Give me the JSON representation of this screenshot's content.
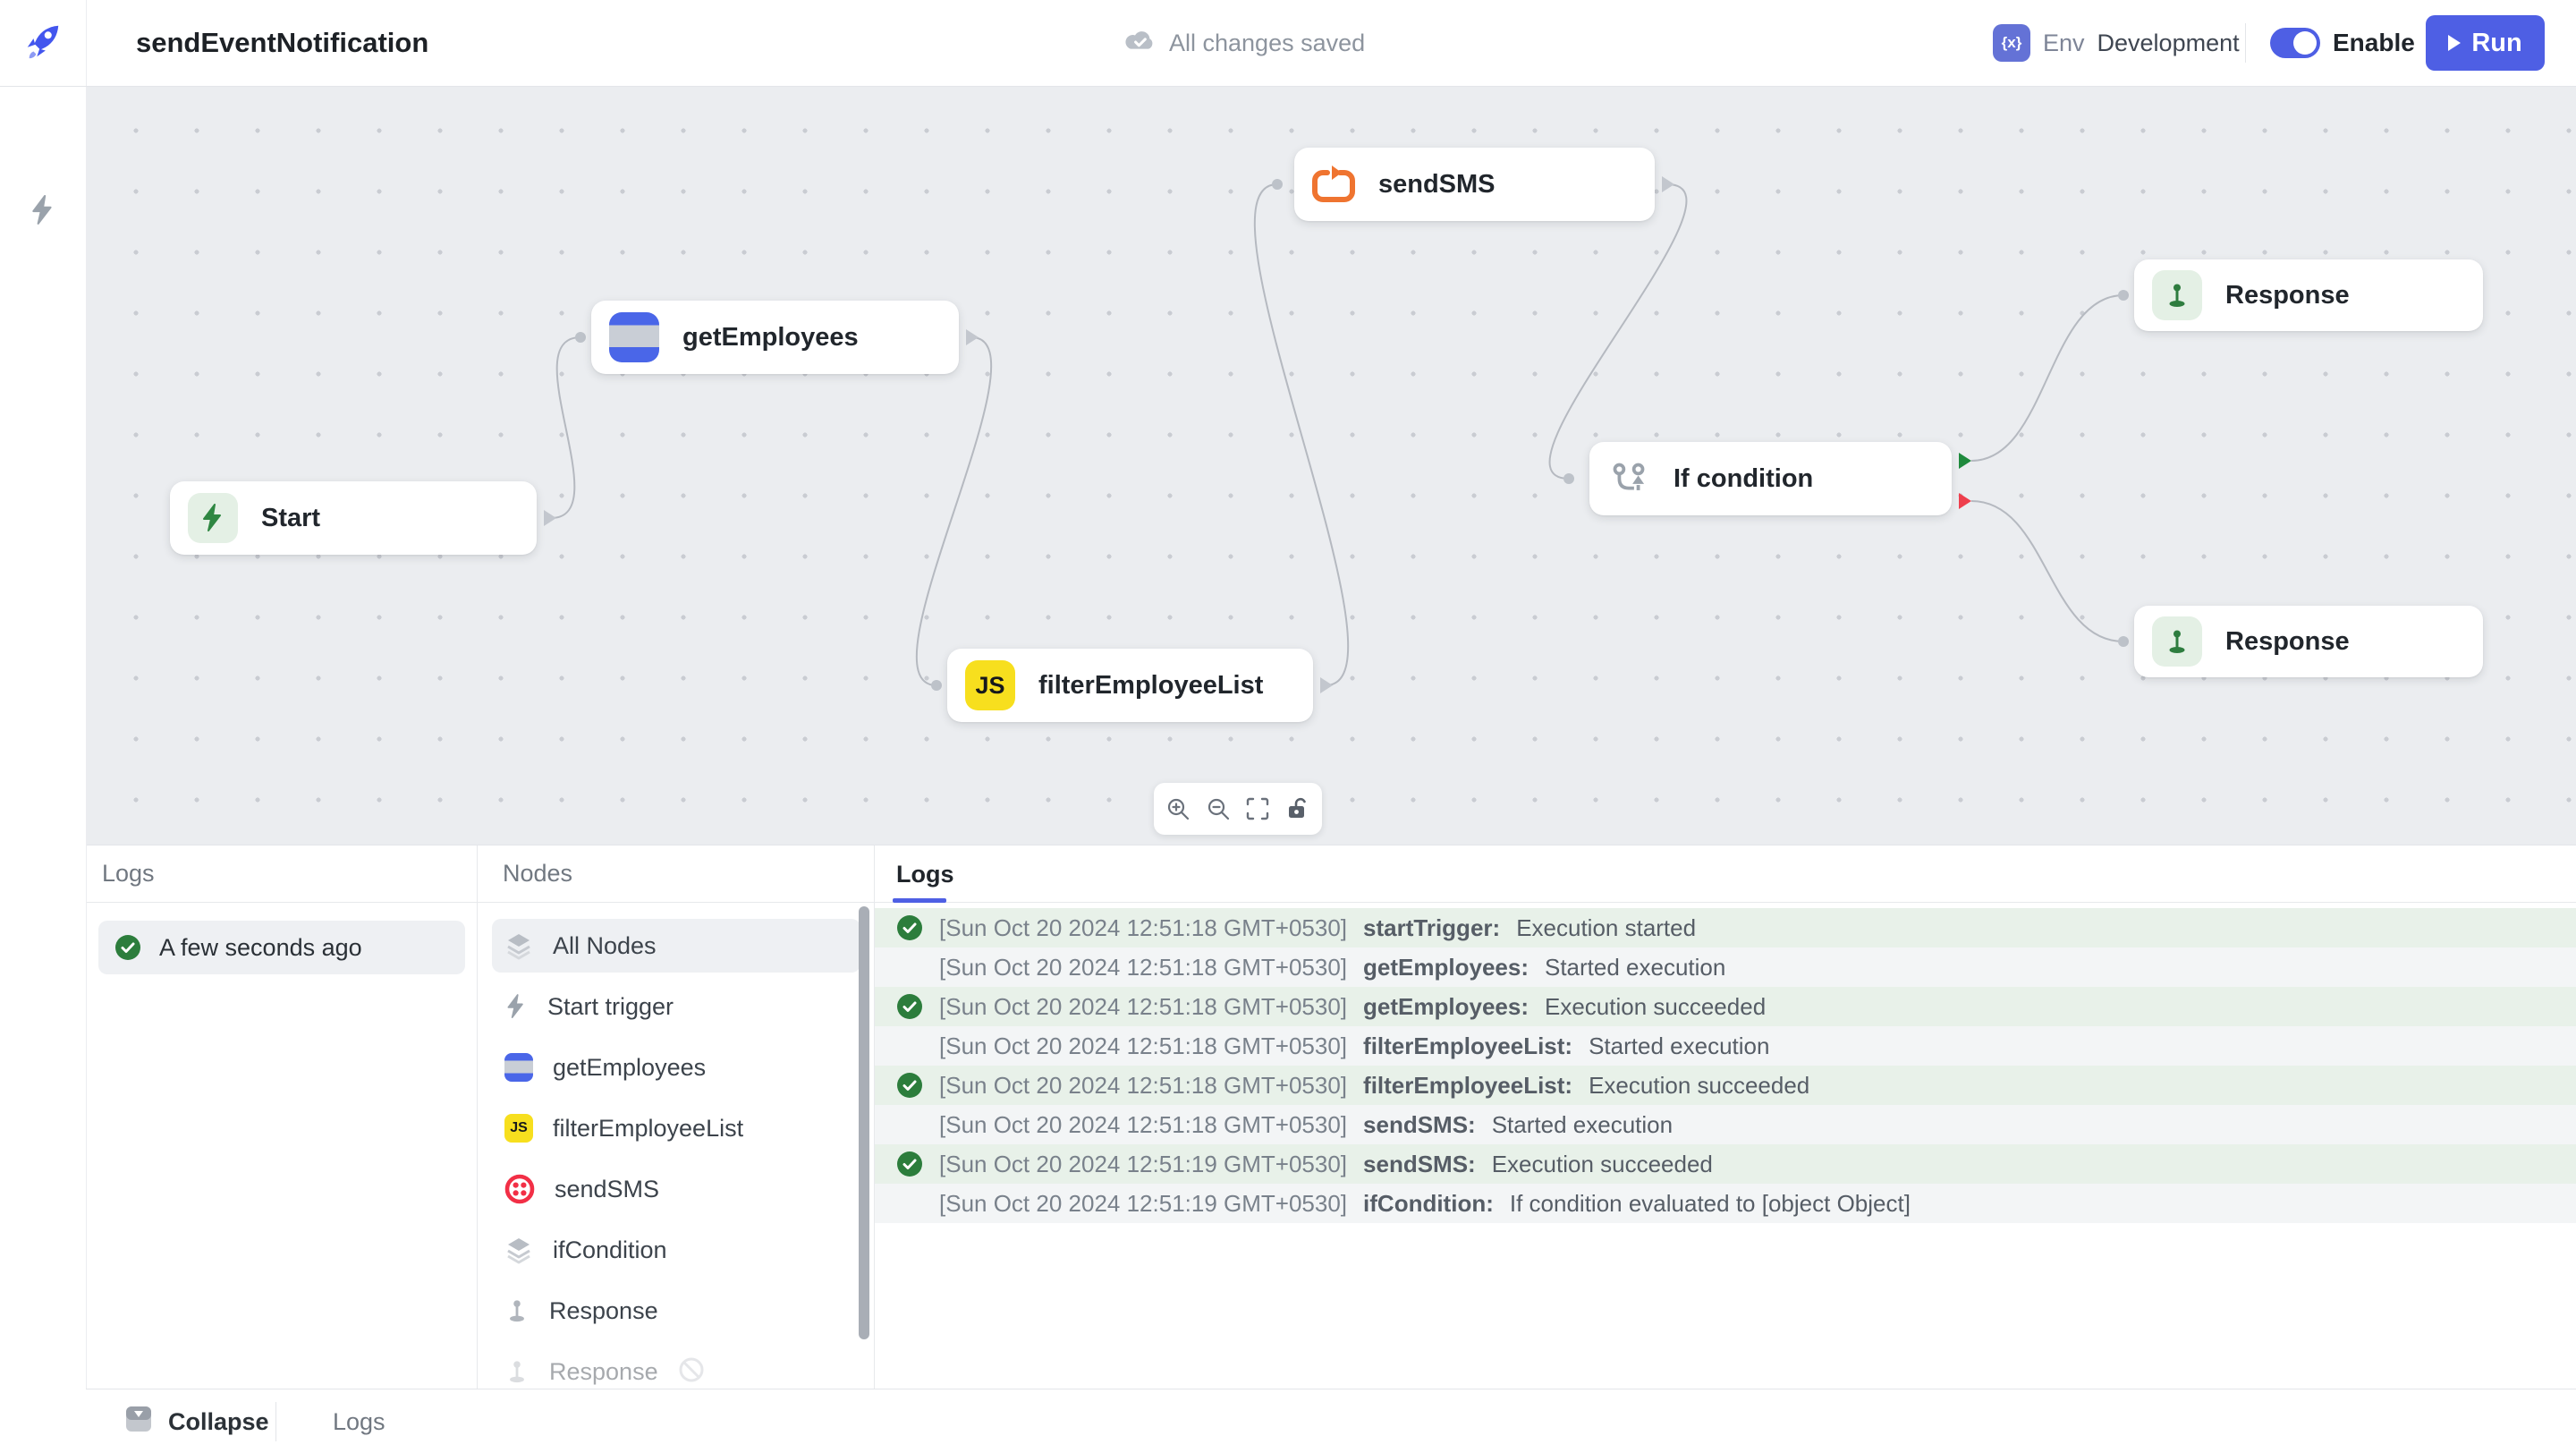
{
  "header": {
    "title": "sendEventNotification",
    "save_status": "All changes saved",
    "env_icon_text": "{x}",
    "env_label": "Env",
    "env_value": "Development",
    "enable_label": "Enable",
    "run_label": "Run"
  },
  "canvas": {
    "nodes": [
      {
        "id": "start",
        "label": "Start"
      },
      {
        "id": "getEmployees",
        "label": "getEmployees"
      },
      {
        "id": "sendSMS",
        "label": "sendSMS"
      },
      {
        "id": "filterEmployeeList",
        "label": "filterEmployeeList"
      },
      {
        "id": "ifCondition",
        "label": "If condition"
      },
      {
        "id": "response1",
        "label": "Response"
      },
      {
        "id": "response2",
        "label": "Response"
      }
    ],
    "toolbar": [
      "zoom-in",
      "zoom-out",
      "fit-view",
      "lock-open"
    ]
  },
  "panel": {
    "runs_header": "Logs",
    "run_entry": "A few seconds ago",
    "nodes_header": "Nodes",
    "node_items": [
      {
        "label": "All Nodes",
        "icon": "layers",
        "selected": true
      },
      {
        "label": "Start trigger",
        "icon": "bolt"
      },
      {
        "label": "getEmployees",
        "icon": "table"
      },
      {
        "label": "filterEmployeeList",
        "icon": "js"
      },
      {
        "label": "sendSMS",
        "icon": "twilio"
      },
      {
        "label": "ifCondition",
        "icon": "layers"
      },
      {
        "label": "Response",
        "icon": "pin"
      },
      {
        "label": "Response",
        "icon": "pin",
        "disabled": true
      }
    ],
    "logs_tab": "Logs",
    "log_rows": [
      {
        "timestamp": "[Sun Oct 20 2024 12:51:18 GMT+0530]",
        "node": "startTrigger:",
        "message": "Execution started",
        "success": true
      },
      {
        "timestamp": "[Sun Oct 20 2024 12:51:18 GMT+0530]",
        "node": "getEmployees:",
        "message": "Started execution",
        "success": false
      },
      {
        "timestamp": "[Sun Oct 20 2024 12:51:18 GMT+0530]",
        "node": "getEmployees:",
        "message": "Execution succeeded",
        "success": true
      },
      {
        "timestamp": "[Sun Oct 20 2024 12:51:18 GMT+0530]",
        "node": "filterEmployeeList:",
        "message": "Started execution",
        "success": false
      },
      {
        "timestamp": "[Sun Oct 20 2024 12:51:18 GMT+0530]",
        "node": "filterEmployeeList:",
        "message": "Execution succeeded",
        "success": true
      },
      {
        "timestamp": "[Sun Oct 20 2024 12:51:18 GMT+0530]",
        "node": "sendSMS:",
        "message": "Started execution",
        "success": false
      },
      {
        "timestamp": "[Sun Oct 20 2024 12:51:19 GMT+0530]",
        "node": "sendSMS:",
        "message": "Execution succeeded",
        "success": true
      },
      {
        "timestamp": "[Sun Oct 20 2024 12:51:19 GMT+0530]",
        "node": "ifCondition:",
        "message": "If condition evaluated to [object Object]",
        "success": false
      }
    ]
  },
  "footer": {
    "collapse_label": "Collapse",
    "logs_label": "Logs"
  },
  "colors": {
    "accent_blue": "#4e5fe4",
    "success_green": "#2c7d3c",
    "error_red": "#ee3f4d",
    "twilio_red": "#f22f46",
    "js_yellow": "#f7df1e",
    "loop_orange": "#ef7430",
    "canvas_bg": "#ebedf0"
  }
}
